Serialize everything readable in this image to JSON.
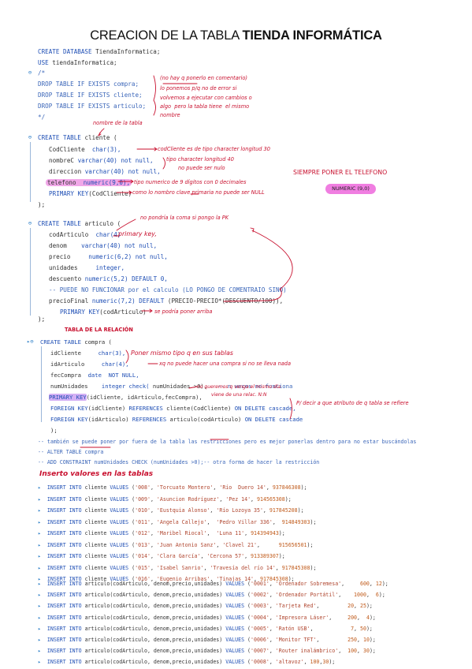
{
  "title": {
    "plain": "CREACION DE LA TABLA ",
    "bold": "TIENDA INFORMÁTICA"
  },
  "db": {
    "l1": [
      "CREATE DATABASE",
      " TiendaInformatica;"
    ],
    "l2": [
      "USE",
      " tiendaInformatica;"
    ],
    "c_open": "/*",
    "c1": "DROP TABLE IF EXISTS compra;",
    "c2": "DROP TABLE IF EXISTS cliente;",
    "c3": "DROP TABLE IF EXISTS articulo;",
    "c_close": "*/"
  },
  "cliente": {
    "head": [
      "CREATE TABLE",
      " cliente ("
    ],
    "r1": [
      "CodCliente  ",
      "char(3),"
    ],
    "r2": [
      "nombreC ",
      "varchar(40) not null,"
    ],
    "r3": [
      "direccion ",
      "varchar(40) not null,"
    ],
    "r4": [
      "telefono  ",
      "numeric(9,0),"
    ],
    "r5": [
      "PRIMARY KEY",
      "(CodCliente)"
    ],
    "close": ");"
  },
  "articulo": {
    "head": [
      "CREATE TABLE",
      " articulo ("
    ],
    "r1": [
      "codArticulo  ",
      "char(4)"
    ],
    "r2": [
      "denom    ",
      "varchar(40) not null,"
    ],
    "r3": [
      "precio     ",
      "numeric(6,2) not null,"
    ],
    "r4": [
      "unidades     ",
      "integer,"
    ],
    "r5": [
      "descuento ",
      "numeric(5,2) DEFAULT 0,"
    ],
    "r6": "-- PUEDE NO FUNCIONAR por el calculo (LO PONGO DE COMENTRAIO SINO)",
    "r7": [
      "precioFinal ",
      "numeric(7,2) DEFAULT",
      " (PRECIO-PRECIO*(DESCUENTO/100)),"
    ],
    "r8": [
      "PRIMARY KEY",
      "(codArticulo)"
    ],
    "close": ");"
  },
  "compra": {
    "head": [
      "CREATE TABLE",
      " compra ("
    ],
    "r1": [
      "idCliente     ",
      "char(3),"
    ],
    "r2": [
      "idArticulo     ",
      "char(4),"
    ],
    "r3": [
      "fecCompra  ",
      "date  NOT NULL,"
    ],
    "r4": [
      "numUnidades    ",
      "integer check(",
      " numUnidades >0),",
      "   -- n veces no funciona"
    ],
    "r5": [
      "PRIMARY KEY",
      "(idCliente, idArticulo,fecCompra),"
    ],
    "r6": [
      "FOREIGN KEY",
      "(idCliente) ",
      "REFERENCES",
      " cliente(CodCliente) ",
      "ON DELETE cascade,"
    ],
    "r7": [
      "FOREIGN KEY",
      "(idArticulo) ",
      "REFERENCES",
      " articulo(codArticulo) ",
      "ON DELETE cascade"
    ],
    "close": ");"
  },
  "tail": {
    "t1": "-- también se puede poner por fuera de la tabla las restricciones pero es mejor ponerlas dentro para no estar buscándolas",
    "t2": "-- ALTER TABLE compra",
    "t3": "-- ADD CONSTRAINT numUnidades CHECK (numUnidades >0);-- otra forma de hacer la restricción"
  },
  "notes": {
    "n1a": "(no hay q ponerlo en comentario)",
    "n1b": "lo ponemos p/q no de error si",
    "n1c": "volvemos a ejecutar con cambios o",
    "n1d": "algo  pero la tabla tiene  el mismo",
    "n1e": "nombre",
    "n2": "nombre de la tabla",
    "n3": "codCliente es de tipo character longitud 30",
    "n4a": "tipo character longitud 40",
    "n4b": "no puede ser nulo",
    "n5": "tipo numerico de 9 dígitos con 0 decimales",
    "n6": "como lo nombro clave primaria no puede ser NULL",
    "n7": "SIEMPRE PONER EL TELEFONO",
    "n8": "NUMERIC (9,0)",
    "n9": "no pondría la coma si pongo la PK",
    "n10": "primary key,",
    "n11": "se podría poner arriba",
    "n12": "TABLA DE LA RELACIÓN",
    "n13": "Poner mismo tipo q en sus tablas",
    "n14": "xq no puede hacer una compra si no se lleva nada",
    "n15a": "no queremos q venga el mismo día",
    "n15b": "viene de una relac. N:N",
    "n16": "P/ decir a que atributo de q tabla se refiere",
    "sec": "Inserto valores  en las tablas"
  },
  "ins_cliente": [
    [
      "INSERT INTO",
      " cliente ",
      "VALUES",
      " (",
      "'008'",
      ", ",
      "'Torcuato Montero'",
      ", ",
      "'Río  Duero 14'",
      ", ",
      "937846308",
      ");"
    ],
    [
      "INSERT INTO",
      " cliente ",
      "VALUES",
      " (",
      "'009'",
      ", ",
      "'Asuncion Rodríguez'",
      ", ",
      "'Pez 14'",
      ", ",
      "914565308",
      ");"
    ],
    [
      "INSERT INTO",
      " cliente ",
      "VALUES",
      " (",
      "'010'",
      ", ",
      "'Eustquia Alonso'",
      ", ",
      "'Río Lozoya 35'",
      ", ",
      "917845208",
      ");"
    ],
    [
      "INSERT INTO",
      " cliente ",
      "VALUES",
      " (",
      "'011'",
      ", ",
      "'Angela Callejo'",
      ",  ",
      "'Pedro Villar 336'",
      ",  ",
      "914849303",
      ");"
    ],
    [
      "INSERT INTO",
      " cliente ",
      "VALUES",
      " (",
      "'012'",
      ", ",
      "'Maribel Riocal'",
      ",  ",
      "'Luna 11'",
      ", ",
      "914394943",
      ");"
    ],
    [
      "INSERT INTO",
      " cliente ",
      "VALUES",
      " (",
      "'013'",
      ", ",
      "'Juan Antonio Sanz'",
      ", ",
      "'Clavel 21'",
      ",      ",
      "915656501",
      ");"
    ],
    [
      "INSERT INTO",
      " cliente ",
      "VALUES",
      " (",
      "'014'",
      ", ",
      "'Clara García'",
      ", ",
      "'Cercona 57'",
      ", ",
      "913389307",
      ");"
    ],
    [
      "INSERT INTO",
      " cliente ",
      "VALUES",
      " (",
      "'015'",
      ", ",
      "'Isabel Sanrio'",
      ", ",
      "'Travesía del río 14'",
      ", ",
      "917845308",
      ");"
    ],
    [
      "INSERT INTO",
      " cliente ",
      "VALUES",
      " (",
      "'016'",
      ", ",
      "'Eugenio Arribas'",
      ", ",
      "'Tinajas 14'",
      ", ",
      "917845308",
      ");"
    ]
  ],
  "ins_articulo": [
    [
      "INSERT INTO",
      " articulo(codArticulo, denom,precio,unidades) ",
      "VALUES",
      " (",
      "'0001'",
      ", ",
      "'Ordenador Sobremesa'",
      ",     ",
      "600",
      ", ",
      "12",
      ");"
    ],
    [
      "INSERT INTO",
      " articulo(codArticulo, denom,precio,unidades) ",
      "VALUES",
      " (",
      "'0002'",
      ", ",
      "'Ordenador Portátil'",
      ",    ",
      "1000",
      ",  ",
      "6",
      ");"
    ],
    [
      "INSERT INTO",
      " articulo(codArticulo, denom,precio,unidades) ",
      "VALUES",
      " (",
      "'0003'",
      ", ",
      "'Tarjeta Red'",
      ",         ",
      "20",
      ", ",
      "25",
      ");"
    ],
    [
      "INSERT INTO",
      " articulo(codArticulo, denom,precio,unidades) ",
      "VALUES",
      " (",
      "'0004'",
      ", ",
      "'Impresora Láser'",
      ",     ",
      "200",
      ",  ",
      "4",
      ");"
    ],
    [
      "INSERT INTO",
      " articulo(codArticulo, denom,precio,unidades) ",
      "VALUES",
      " (",
      "'0005'",
      ", ",
      "'Ratón USB'",
      ",            ",
      "7",
      ", ",
      "50",
      ");"
    ],
    [
      "INSERT INTO",
      " articulo(codArticulo, denom,precio,unidades) ",
      "VALUES",
      " (",
      "'0006'",
      ", ",
      "'Monitor TFT'",
      ",         ",
      "250",
      ", ",
      "10",
      ");"
    ],
    [
      "INSERT INTO",
      " articulo(codArticulo, denom,precio,unidades) ",
      "VALUES",
      " (",
      "'0007'",
      ", ",
      "'Router inalámbrico'",
      ",  ",
      "100",
      ", ",
      "30",
      ");"
    ],
    [
      "INSERT INTO",
      " articulo(codArticulo, denom,precio,unidades) ",
      "VALUES",
      " (",
      "'0008'",
      ", ",
      "'altavoz'",
      ", ",
      "100",
      ",",
      "30",
      ");"
    ]
  ],
  "ink_color": "#c8102e",
  "keyword_color": "#1f4fb5",
  "string_color": "#b0462f",
  "highlight_color": "#f07ee1"
}
